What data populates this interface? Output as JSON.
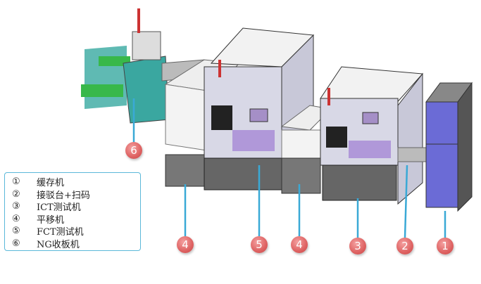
{
  "legend": {
    "items": [
      {
        "num": "①",
        "label": "缓存机"
      },
      {
        "num": "②",
        "label": "接驳台+扫码"
      },
      {
        "num": "③",
        "label": "ICT测试机"
      },
      {
        "num": "④",
        "label": "平移机"
      },
      {
        "num": "⑤",
        "label": "FCT测试机"
      },
      {
        "num": "⑥",
        "label": "NG收板机"
      }
    ]
  },
  "callouts": {
    "c6": "6",
    "c4a": "4",
    "c5": "5",
    "c4b": "4",
    "c3": "3",
    "c2": "2",
    "c1": "1"
  },
  "colors": {
    "callout": "#de6262",
    "leader": "#3aa9d6",
    "legend_border": "#5bb8d9"
  }
}
